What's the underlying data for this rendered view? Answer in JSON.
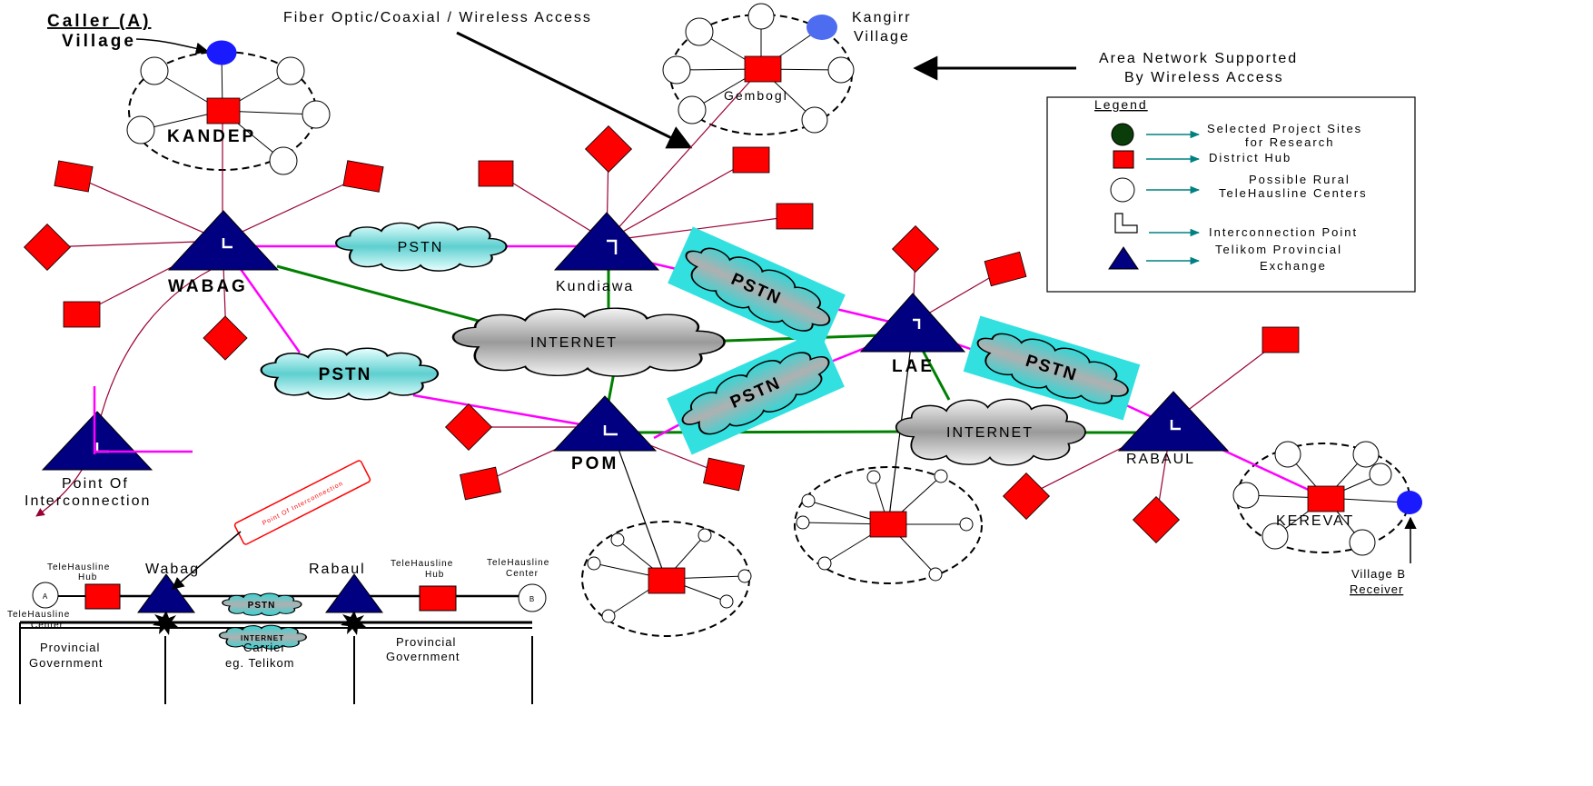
{
  "labels": {
    "caller_a": "Caller (A)",
    "caller_village": "Village",
    "fiber_access": "Fiber Optic/Coaxial / Wireless Access",
    "kangirr": "Kangirr",
    "kangirr_village": "Village",
    "area_network_1": "Area Network Supported",
    "area_network_2": "By Wireless Access",
    "kandep": "KANDEP",
    "gembogl": "Gembogl",
    "wabag": "WABAG",
    "kundiawa": "Kundiawa",
    "lae": "LAE",
    "pom": "POM",
    "rabaul": "RABAUL",
    "kerevat": "KEREVAT",
    "poi_1": "Point Of",
    "poi_2": "Interconnection",
    "village_b": "Village B",
    "receiver": "Receiver"
  },
  "clouds": {
    "pstn": "PSTN",
    "internet": "INTERNET"
  },
  "legend": {
    "title": "Legend",
    "items": [
      {
        "line1": "Selected Project Sites",
        "line2": "for Research",
        "icon": "dark-green-circle"
      },
      {
        "line1": "District Hub",
        "line2": "",
        "icon": "red-square"
      },
      {
        "line1": "Possible Rural",
        "line2": "TeleHausline Centers",
        "icon": "white-circle"
      },
      {
        "line1": "Interconnection Point",
        "line2": "",
        "icon": "l-shape"
      },
      {
        "line1": "Telikom Provincial",
        "line2": "Exchange",
        "icon": "navy-triangle"
      }
    ]
  },
  "bottom": {
    "a_node": "A",
    "b_node": "B",
    "th_hub_l1": "TeleHausline",
    "th_hub_l2": "Hub",
    "wabag": "Wabag",
    "rabaul": "Rabaul",
    "th_hub_r1": "TeleHausline",
    "th_hub_r2": "Hub",
    "th_center_r1": "TeleHausline",
    "th_center_r2": "Center",
    "th_center_l1": "TeleHausline",
    "th_center_l2": "Center",
    "pstn": "PSTN",
    "internet": "INTERNET",
    "poi_tag": "Point Of Interconnection",
    "prov_gov_l1": "Provincial",
    "prov_gov_l2": "Government",
    "carrier_1": "Carrier",
    "carrier_2": "eg. Telikom",
    "prov_gov_r1": "Provincial",
    "prov_gov_r2": "Government"
  },
  "colors": {
    "hub_red": "#ff0000",
    "exchange_navy": "#000080",
    "pstn_link": "#ff00ff",
    "internet_link": "#008000",
    "spoke": "#990033",
    "pstn_cloud": "#5ecfcf",
    "internet_cloud": "#a8a8a8",
    "village_blue": "#1a1aff",
    "legend_arrow": "#008080"
  }
}
